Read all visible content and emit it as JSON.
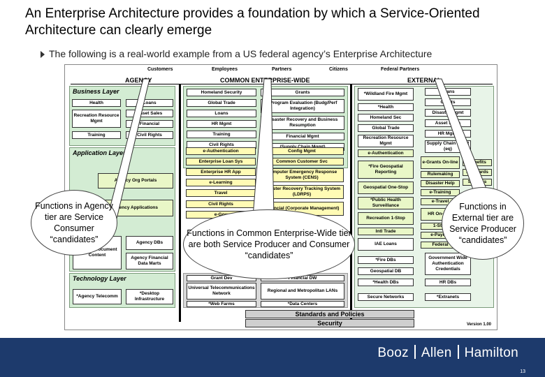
{
  "slide": {
    "title": "An Enterprise Architecture provides a foundation by which a Service-Oriented Architecture can clearly emerge",
    "bullet": "The following is a real-world example from a US federal agency’s Enterprise Architecture",
    "page_number": "13"
  },
  "footer": {
    "brand_words": [
      "Booz",
      "Allen",
      "Hamilton"
    ],
    "background": "#1d3a6c"
  },
  "diagram": {
    "audiences": [
      "Customers",
      "Employees",
      "Partners",
      "Citizens",
      "Federal Partners"
    ],
    "tiers": [
      "AGENCY",
      "COMMON ENTERPRISE-WIDE",
      "EXTERNAL"
    ],
    "layers": [
      "Business Layer",
      "Application Layer",
      "Technology Layer"
    ],
    "agency_business": [
      "Health",
      "Loans",
      "Recreation Resource Mgmt",
      "Asset Sales",
      "Financial",
      "Training",
      "Civil Rights"
    ],
    "agency_application": [
      "Agency Org Portals",
      "Agency Applications"
    ],
    "agency_data": [
      "Agency Document Content",
      "Agency DBs",
      "Agency Financial Data Marts"
    ],
    "agency_technology": [
      "*Agency Telecomm",
      "*Desktop Infrastructure"
    ],
    "common_left": [
      "Homeland Security",
      "Global Trade",
      "Loans",
      "HR Mgmt",
      "Training",
      "Civil Rights",
      "e-Authentication",
      "Enterprise Loan Sys",
      "Enterprise HR App",
      "e-Learning",
      "Travel",
      "Civil Rights",
      "e-Gov"
    ],
    "common_right": [
      "Grants",
      "*Program Evaluation (Budg/Perf Integration)",
      "Disaster Recovery and Business Resumption",
      "Financial Mgmt",
      "(Supply Chain Mgmt)",
      "Config Mgmt",
      "Common Customer Svc",
      "Computer Emergency Response System (CENS)",
      "Disaster Recovery Tracking System (LDRPS)",
      "Financial (Corporate Management)"
    ],
    "common_bottom": [
      "Grant Dev",
      "Universal Telecommunications Network",
      "*Web Farms",
      "Financial DW",
      "Regional and Metropolitan LANs",
      "*Data Centers"
    ],
    "external_col1": [
      "*Wildland Fire Mgmt",
      "*Health",
      "Homeland Sec",
      "Global Trade",
      "Recreation Resource Mgmt",
      "e-Authentication",
      "*Fire Geospatial Reporting",
      "Geospatial One-Stop",
      "*Public Health Surveillance",
      "Recreation 1-Stop",
      "Intl Trade",
      "IAE Loans",
      "*Fire DBs",
      "Geospatial DB",
      "*Health DBs",
      "Secure Networks"
    ],
    "external_col2": [
      "Loans",
      "Grants",
      "Disaster Mgmt",
      "Asset Sales",
      "HR Mgmt",
      "Supply Chain Mgmt (eq)",
      "e-Grants On-line",
      "Rulemaking",
      "Disaster Help",
      "e-Training",
      "e-Travel",
      "HR On-Line",
      "1-Stop",
      "e-Payroll",
      "Federal",
      "Government Wide Authentication Credentials",
      "HR DBs",
      "*Extranets"
    ],
    "external_col3": [
      "Benefits",
      "Standards",
      "Services"
    ],
    "standards_bar": [
      "Standards and Policies",
      "Security"
    ],
    "version": "Version 1.00"
  },
  "callouts": {
    "agency": "Functions in Agency tier are Service Consumer “candidates”",
    "common": "Functions in Common Enterprise-Wide tier are both Service Producer and Consumer “candidates”",
    "external": "Functions in External tier are Service Producer “candidates”"
  }
}
